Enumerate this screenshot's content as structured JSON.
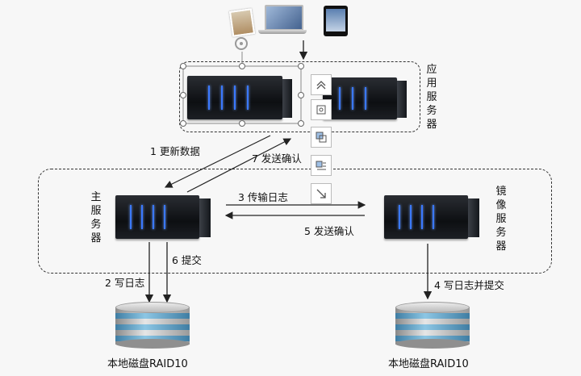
{
  "app_server": {
    "label_chars": [
      "应",
      "用",
      "服",
      "务",
      "器"
    ]
  },
  "primary_server": {
    "label_chars": [
      "主",
      "服",
      "务",
      "器"
    ]
  },
  "mirror_server": {
    "label_chars": [
      "镜",
      "像",
      "服",
      "务",
      "器"
    ]
  },
  "steps": {
    "s1": "1 更新数据",
    "s2": "2 写日志",
    "s3": "3 传输日志",
    "s4": "4 写日志并提交",
    "s5": "5 发送确认",
    "s6": "6 提交",
    "s7": "7 发送确认"
  },
  "storage": {
    "left_label": "本地磁盘RAID10",
    "right_label": "本地磁盘RAID10"
  },
  "toolbar": {
    "icons": [
      "chevrons-up-icon",
      "center-align-icon",
      "bring-forward-icon",
      "wrap-text-icon",
      "resize-icon"
    ]
  },
  "colors": {
    "led": "#3a78ff",
    "disk_band": "#6aa9c9",
    "dash": "#333333"
  }
}
